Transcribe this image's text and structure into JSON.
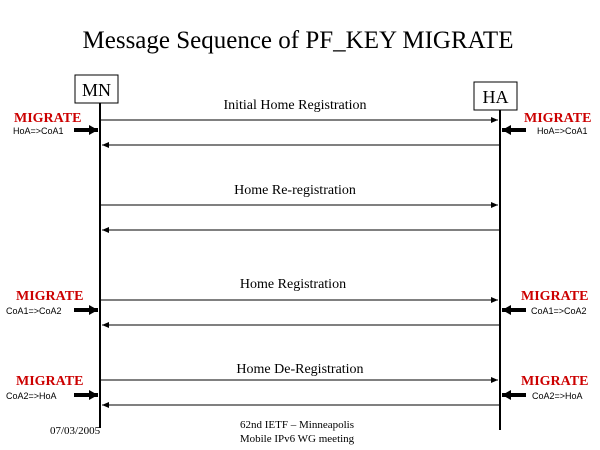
{
  "title": "Message Sequence of PF_KEY MIGRATE",
  "entities": {
    "left": "MN",
    "right": "HA"
  },
  "messages": [
    {
      "label": "Initial Home Registration"
    },
    {
      "label": "Home Re-registration"
    },
    {
      "label": "Home Registration"
    },
    {
      "label": "Home De-Registration"
    }
  ],
  "migrate_events": [
    {
      "label": "MIGRATE",
      "left_detail": "HoA=>CoA1",
      "right_detail": "HoA=>CoA1"
    },
    {
      "label": "MIGRATE",
      "left_detail": "CoA1=>CoA2",
      "right_detail": "CoA1=>CoA2"
    },
    {
      "label": "MIGRATE",
      "left_detail": "CoA2=>HoA",
      "right_detail": "CoA2=>HoA"
    }
  ],
  "footer": {
    "date": "07/03/2005",
    "line1": "62nd IETF – Minneapolis",
    "line2": "Mobile IPv6 WG meeting"
  },
  "colors": {
    "migrate": "#cc0000",
    "line": "#000000"
  }
}
